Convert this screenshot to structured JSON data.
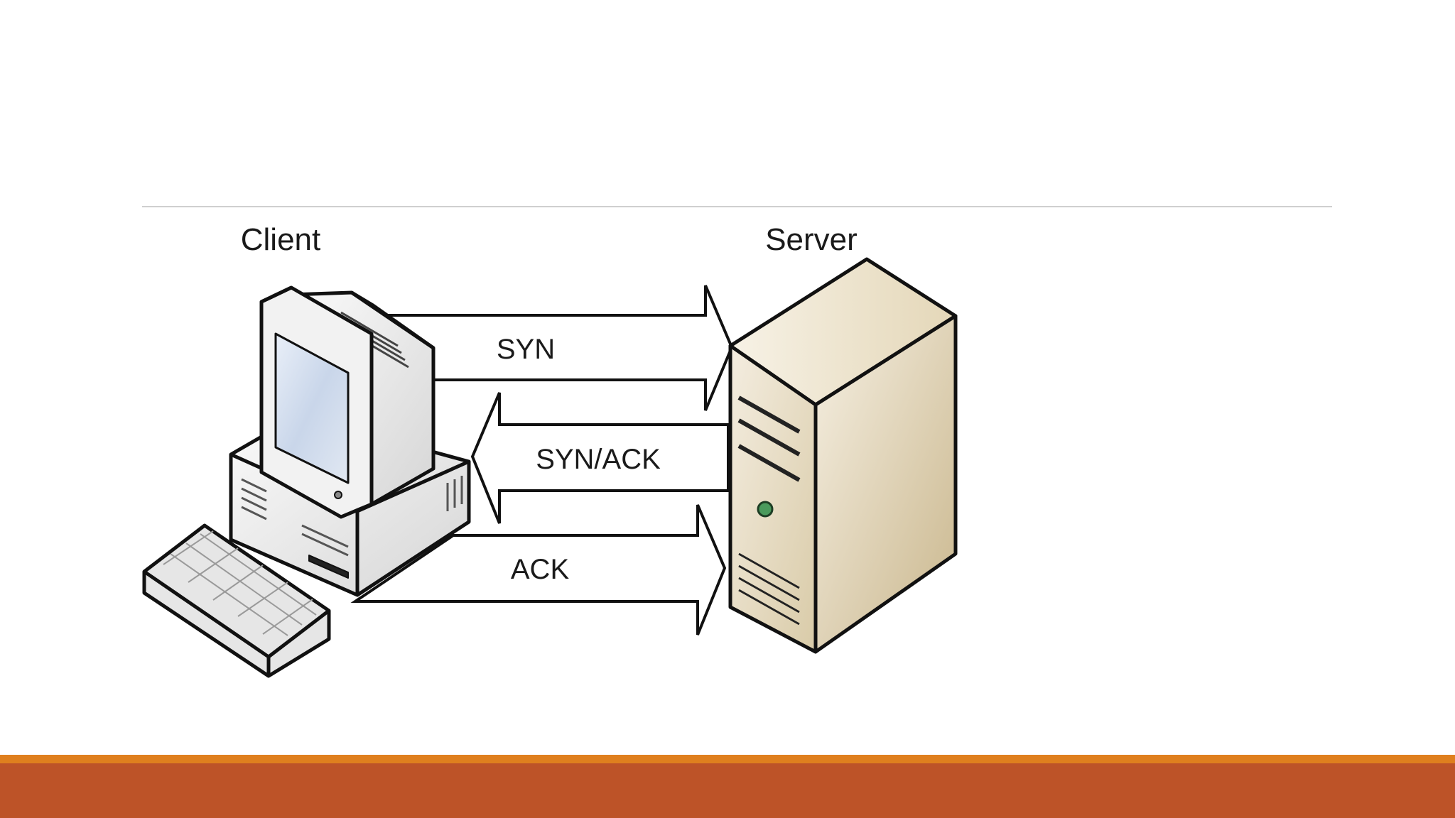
{
  "diagram": {
    "client_label": "Client",
    "server_label": "Server",
    "messages": {
      "syn": "SYN",
      "syn_ack": "SYN/ACK",
      "ack": "ACK"
    }
  },
  "colors": {
    "accent_bar": "#df7f1e",
    "footer_bar": "#bd5328",
    "server_body": "#e8dcc0",
    "server_led": "#4a9a5c"
  }
}
